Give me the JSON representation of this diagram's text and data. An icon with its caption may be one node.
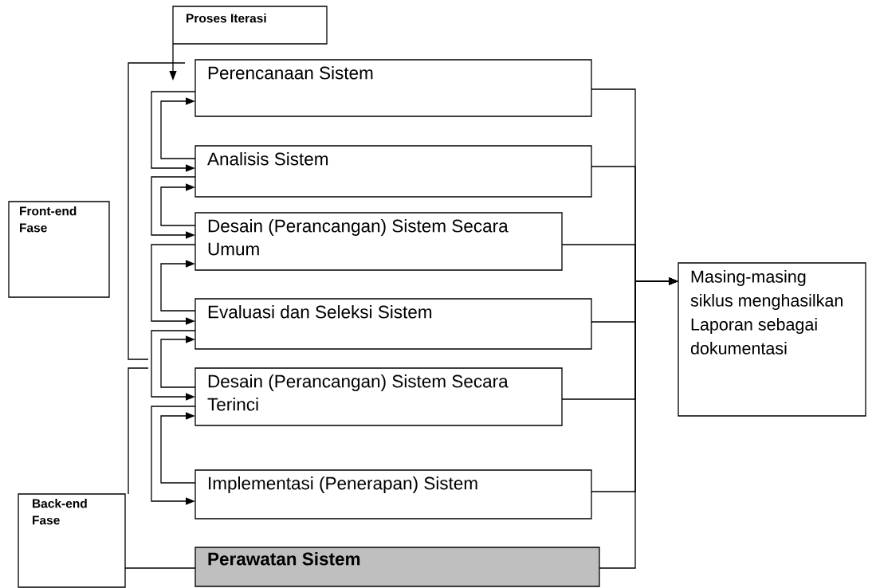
{
  "diagram": {
    "nodes": [
      {
        "text": [
          "Proses Iterasi"
        ]
      },
      {
        "text": [
          "Perencanaan Sistem"
        ]
      },
      {
        "text": [
          "Analisis Sistem"
        ]
      },
      {
        "text": [
          "Desain (Perancangan) Sistem Secara Umum"
        ]
      },
      {
        "text": [
          "Evaluasi dan Seleksi Sistem"
        ]
      },
      {
        "text": [
          "Desain (Perancangan) Sistem Secara Terinci"
        ]
      },
      {
        "text": [
          "Implementasi (Penerapan) Sistem"
        ]
      },
      {
        "text": [
          "Perawatan Sistem"
        ]
      },
      {
        "text": [
          "Front-end Fase"
        ]
      },
      {
        "text": [
          "Back-end Fase"
        ]
      },
      {
        "text": [
          "Masing-masing siklus menghasilkan Laporan sebagai dokumentasi"
        ]
      }
    ],
    "edges": [
      {
        "from": 0,
        "to": null,
        "arrow": "to"
      },
      {
        "from": 1,
        "to": 2,
        "arrow": "to"
      },
      {
        "from": 2,
        "to": 1,
        "arrow": "to"
      },
      {
        "from": 2,
        "to": 3,
        "arrow": "to"
      },
      {
        "from": 3,
        "to": 2,
        "arrow": "to"
      },
      {
        "from": 3,
        "to": 4,
        "arrow": "to"
      },
      {
        "from": 4,
        "to": 3,
        "arrow": "to"
      },
      {
        "from": 4,
        "to": 5,
        "arrow": "to"
      },
      {
        "from": 5,
        "to": 4,
        "arrow": "to"
      },
      {
        "from": 5,
        "to": 6,
        "arrow": "to"
      },
      {
        "from": 6,
        "to": 5,
        "arrow": "to"
      },
      {
        "from": 1,
        "to": 10,
        "arrow": "to"
      },
      {
        "from": 2,
        "to": 10,
        "arrow": "to"
      },
      {
        "from": 3,
        "to": 10,
        "arrow": "to"
      },
      {
        "from": 4,
        "to": 10,
        "arrow": "to"
      },
      {
        "from": 5,
        "to": 10,
        "arrow": "to"
      },
      {
        "from": 6,
        "to": 10,
        "arrow": "to"
      },
      {
        "from": 7,
        "to": 10,
        "arrow": "to"
      },
      {
        "from": 9,
        "to": 7,
        "arrow": "none"
      }
    ]
  }
}
